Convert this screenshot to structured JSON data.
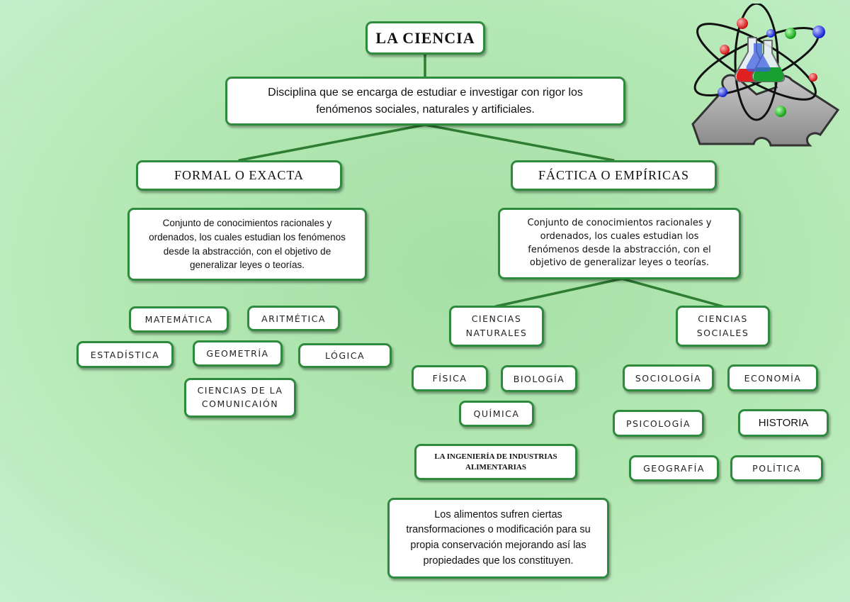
{
  "title": "LA CIENCIA",
  "definition": "Disciplina que se encarga de estudiar e investigar con rigor los fenómenos sociales, naturales y artificiales.",
  "formal": {
    "label": "FORMAL O EXACTA",
    "description": "Conjunto de conocimientos racionales y ordenados, los cuales estudian los fenómenos desde la abstracción, con el objetivo de generalizar leyes o teorías.",
    "items": [
      "MATEMÁTICA",
      "ARITMÉTICA",
      "ESTADÍSTICA",
      "GEOMETRÍA",
      "LÓGICA",
      "CIENCIAS DE LA COMUNICAIÓN"
    ]
  },
  "factica": {
    "label": "FÁCTICA O EMPÍRICAS",
    "description": "Conjunto de conocimientos racionales y ordenados, los cuales estudian los fenómenos desde la abstracción, con el objetivo de generalizar leyes o teorías.",
    "naturales": {
      "label": "CIENCIAS NATURALES",
      "items": [
        "FÍSICA",
        "BIOLOGÍA",
        "QUÍMICA"
      ],
      "ingenieria": "LA INGENIERÍA DE INDUSTRIAS ALIMENTARIAS",
      "ingenieria_description": "Los alimentos sufren ciertas transformaciones o modificación para su propia conservación mejorando así las propiedades que los constituyen."
    },
    "sociales": {
      "label": "CIENCIAS SOCIALES",
      "items": [
        "SOCIOLOGÍA",
        "ECONOMÍA",
        "PSICOLOGÍA",
        "HISTORIA",
        "GEOGRAFÍA",
        "POLÍTICA"
      ]
    }
  },
  "colors": {
    "connector": "#2e7d32",
    "box_border": "#2e8b3e",
    "background": "#b4e8b4"
  },
  "logo": {
    "icon": "science-atom-flasks-puzzle-icon"
  }
}
